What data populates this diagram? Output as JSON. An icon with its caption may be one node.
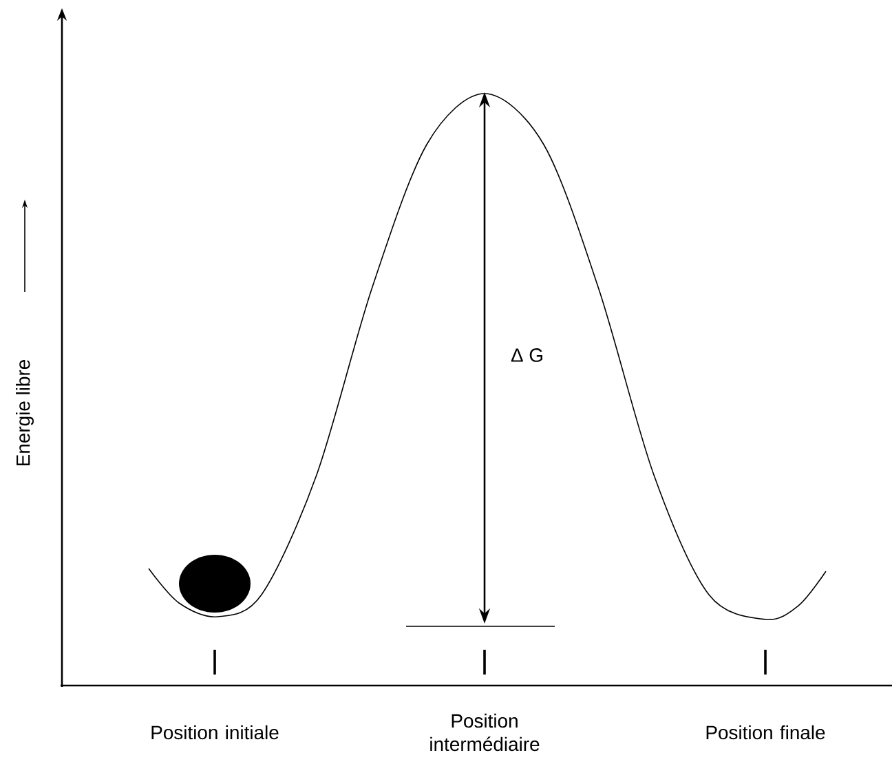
{
  "diagram": {
    "labels": [
      "Energie libre",
      "Δ G",
      "Position initiale",
      "Position intermédiaire",
      "Position finale"
    ]
  }
}
